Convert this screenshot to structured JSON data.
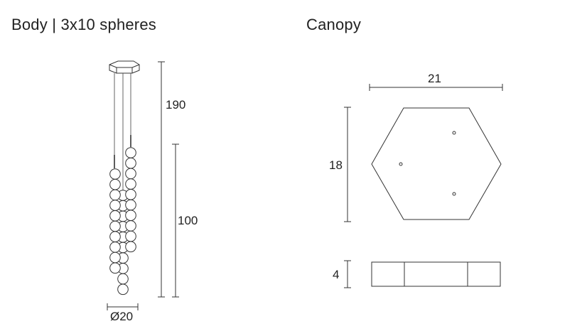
{
  "headings": {
    "body": "Body | 3x10 spheres",
    "canopy": "Canopy"
  },
  "body_dimensions": {
    "total_height": "190",
    "sphere_section_height": "100",
    "diameter": "Ø20"
  },
  "canopy_dimensions": {
    "width": "21",
    "depth": "18",
    "thickness": "4"
  },
  "spheres_per_strand": 10,
  "strand_count": 3
}
